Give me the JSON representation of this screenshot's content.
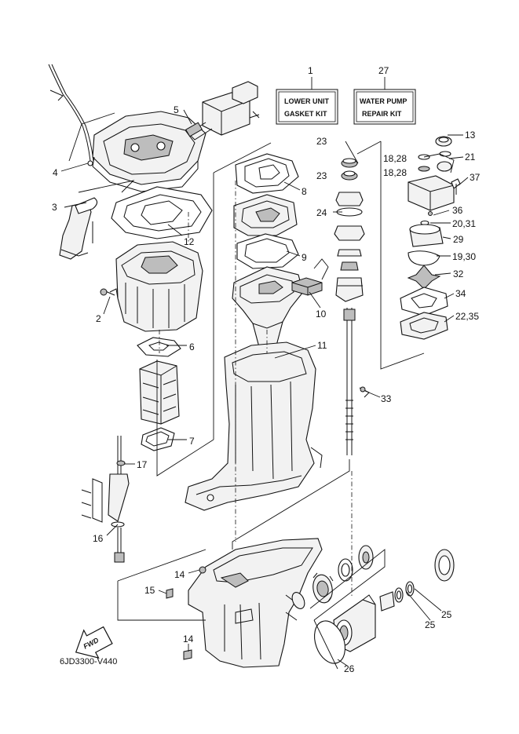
{
  "kits": {
    "lower_unit": {
      "number": "1",
      "line1": "LOWER UNIT",
      "line2": "GASKET KIT"
    },
    "water_pump": {
      "number": "27",
      "line1": "WATER PUMP",
      "line2": "REPAIR KIT"
    }
  },
  "callouts": {
    "c2": "2",
    "c3": "3",
    "c4": "4",
    "c5": "5",
    "c6": "6",
    "c7": "7",
    "c8": "8",
    "c9": "9",
    "c10": "10",
    "c11": "11",
    "c12": "12",
    "c13": "13",
    "c14a": "14",
    "c14b": "14",
    "c15": "15",
    "c16": "16",
    "c17": "17",
    "c18a": "18,28",
    "c18b": "18,28",
    "c19": "19,30",
    "c20": "20,31",
    "c21": "21",
    "c22": "22,35",
    "c23a": "23",
    "c23b": "23",
    "c24": "24",
    "c25a": "25",
    "c25b": "25",
    "c26": "26",
    "c29": "29",
    "c32": "32",
    "c33": "33",
    "c34": "34",
    "c36": "36",
    "c37": "37"
  },
  "fwd_label": "FWD",
  "diagram_code": "6JD3300-V440"
}
